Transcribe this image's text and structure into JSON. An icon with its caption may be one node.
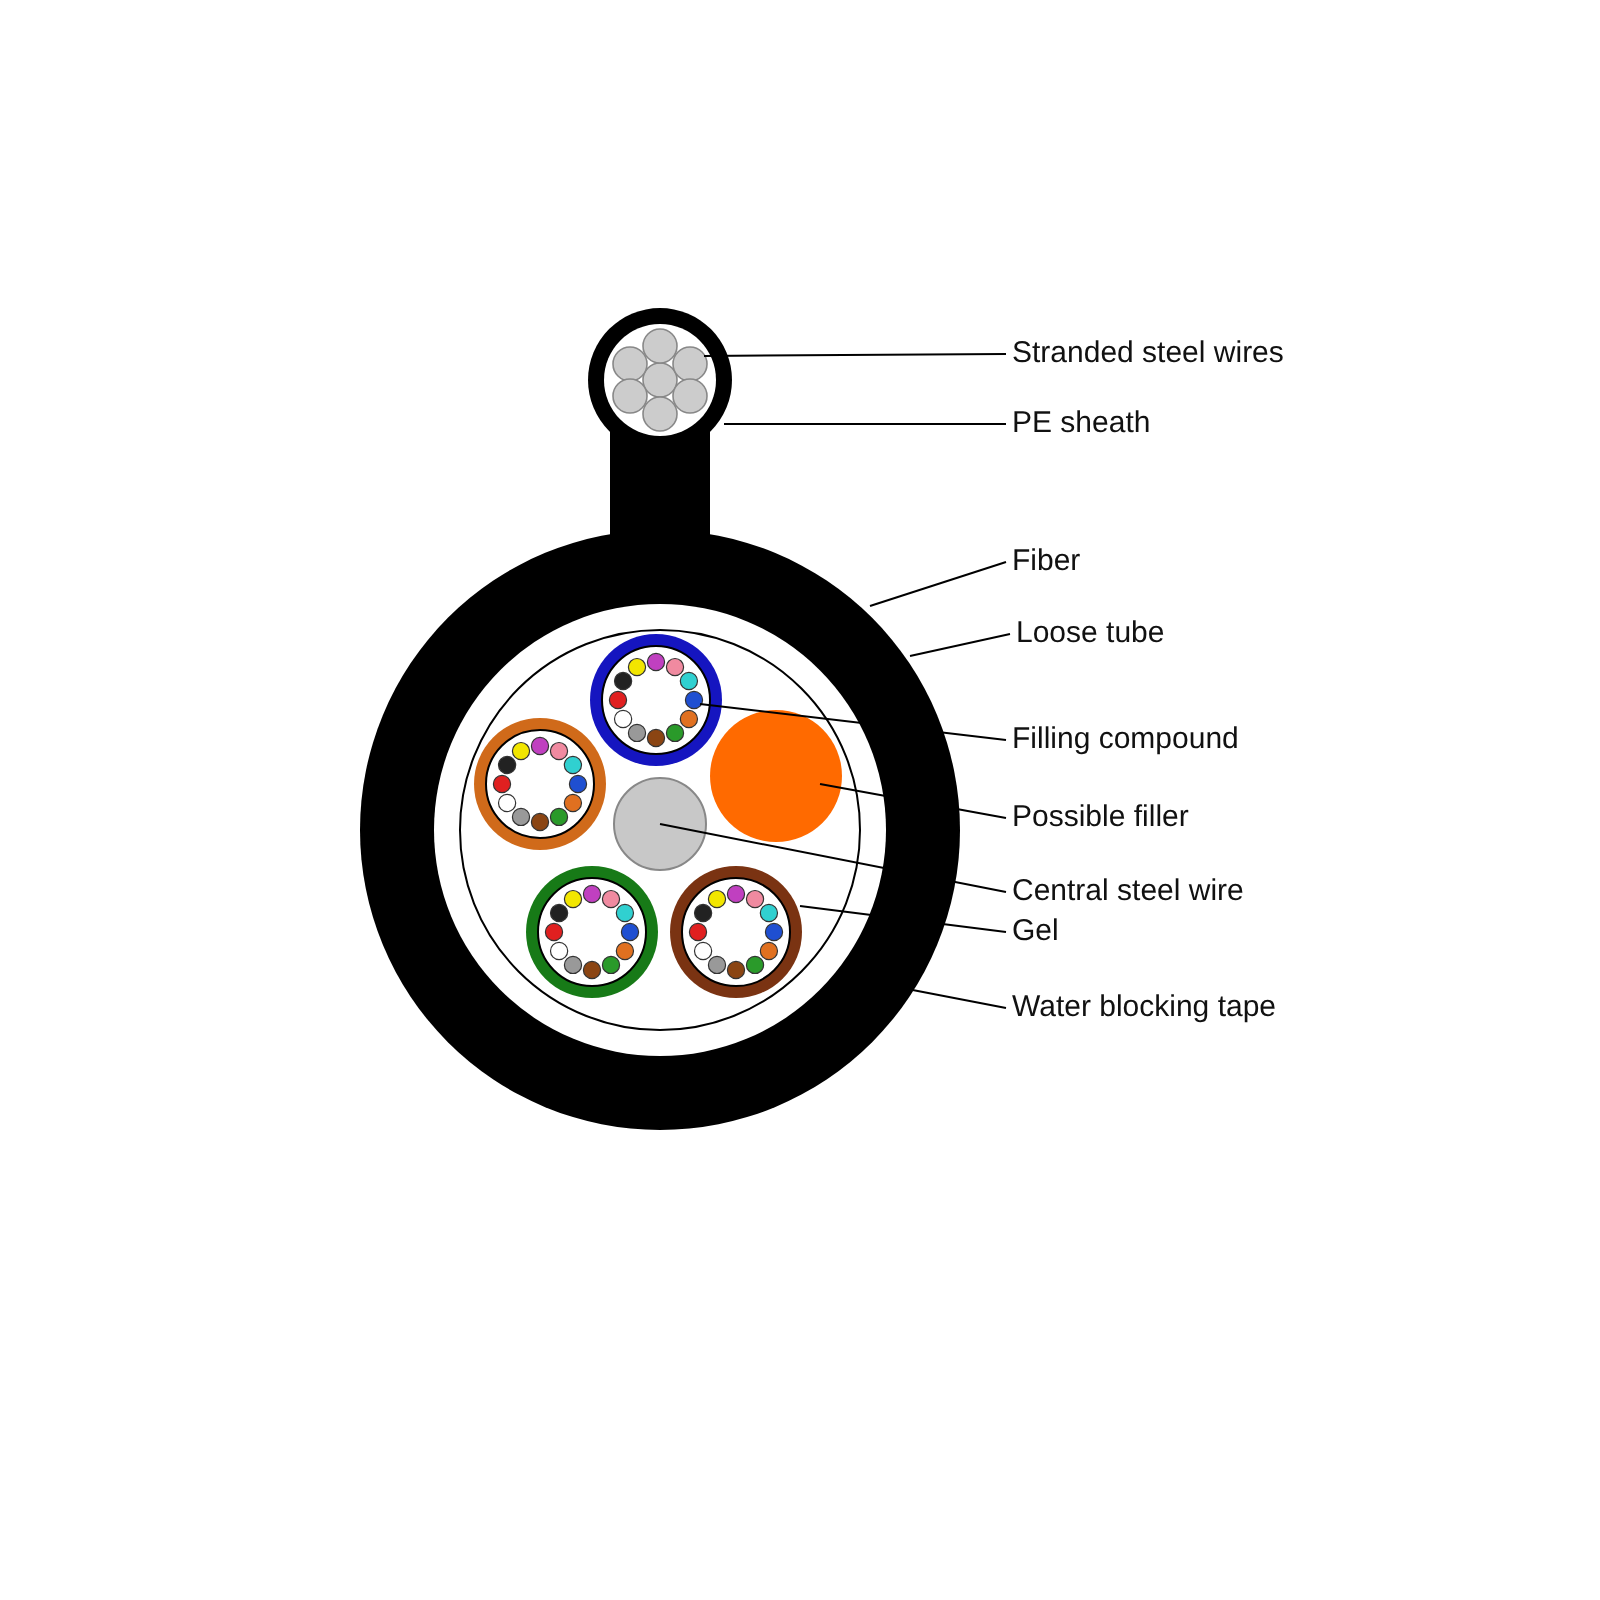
{
  "diagram": {
    "nodes": [
      {
        "text": [
          "Stranded steel wires"
        ]
      },
      {
        "text": [
          "PE sheath"
        ]
      },
      {
        "text": [
          "Fiber"
        ]
      },
      {
        "text": [
          "Loose tube"
        ]
      },
      {
        "text": [
          "Filling compound"
        ]
      },
      {
        "text": [
          "Possible filler"
        ]
      },
      {
        "text": [
          "Central steel wire"
        ]
      },
      {
        "text": [
          "Gel"
        ]
      },
      {
        "text": [
          "Water blocking tape"
        ]
      }
    ],
    "edges": [
      {
        "from": 0,
        "to": null,
        "arrow": "none"
      },
      {
        "from": 1,
        "to": null,
        "arrow": "none"
      },
      {
        "from": 2,
        "to": null,
        "arrow": "none"
      },
      {
        "from": 3,
        "to": null,
        "arrow": "none"
      },
      {
        "from": 4,
        "to": null,
        "arrow": "none"
      },
      {
        "from": 5,
        "to": null,
        "arrow": "none"
      },
      {
        "from": 6,
        "to": null,
        "arrow": "none"
      },
      {
        "from": 7,
        "to": null,
        "arrow": "none"
      },
      {
        "from": 8,
        "to": null,
        "arrow": "none"
      }
    ]
  }
}
